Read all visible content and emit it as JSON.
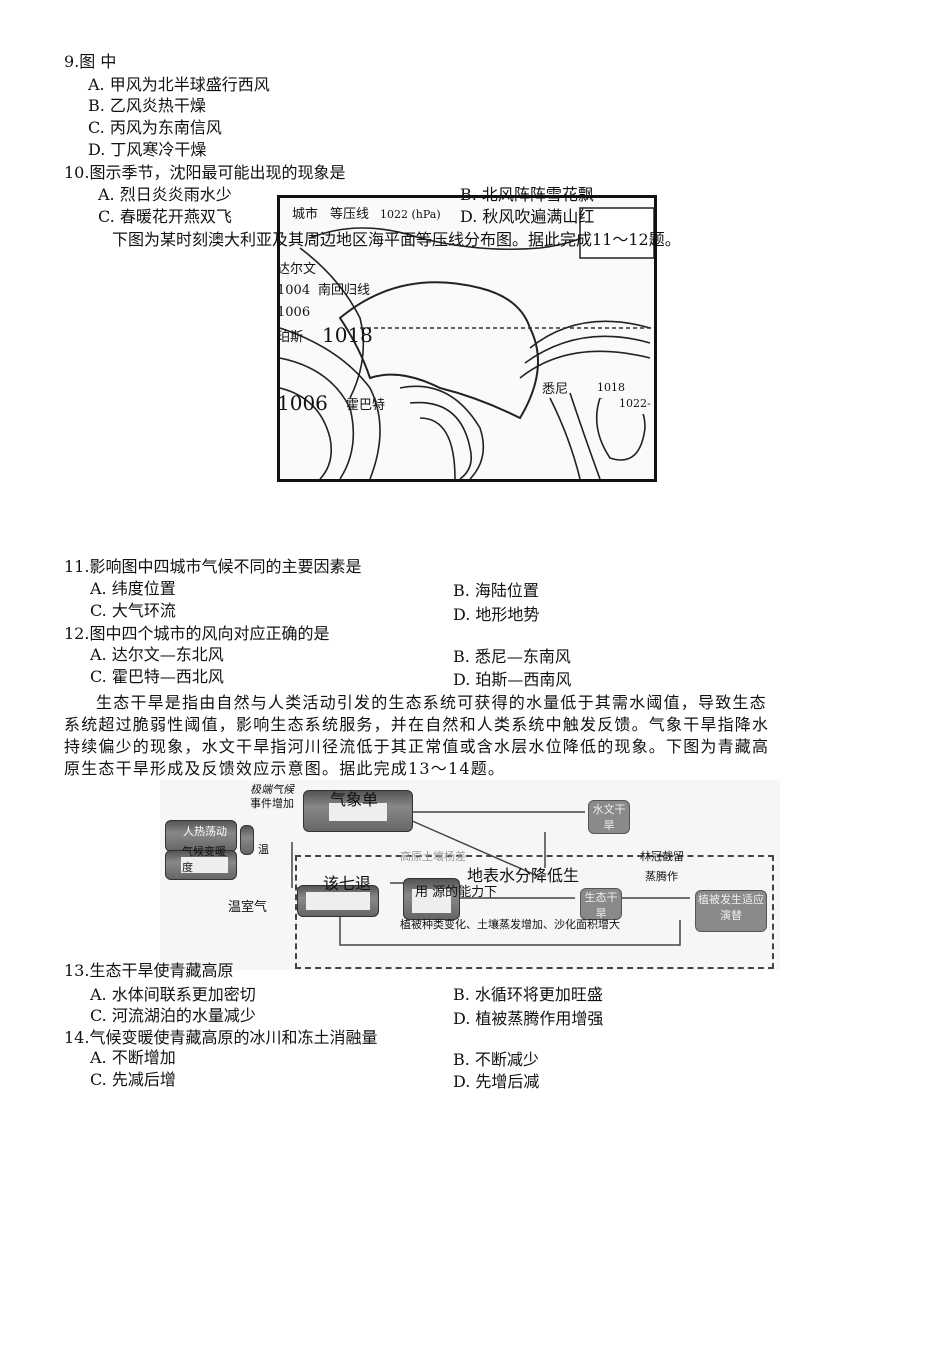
{
  "q9": {
    "stem": "9.图 中",
    "options": [
      "A. 甲风为北半球盛行西风",
      "B. 乙风炎热干燥",
      "C. 丙风为东南信风",
      "D.  丁风寒冷干燥"
    ]
  },
  "q10": {
    "stem": "10.图示季节，沈阳最可能出现的现象是",
    "options": [
      "A. 烈日炎炎雨水少",
      "B. 北风阵阵雪花飘",
      "C. 春暖花开燕双飞",
      "D. 秋风吹遍满山红"
    ]
  },
  "intro1": "下图为某时刻澳大利亚及其周边地区海平面等压线分布图。据此完成11～12题。",
  "map": {
    "labels": {
      "city": "城市",
      "isobar": "等压线",
      "unit": "1022 (hPa)",
      "darwin": "达尔文",
      "p1004": "1004",
      "tropic": "南回归线",
      "p1006a": "1006",
      "perth": "珀斯",
      "p1018a": "1018",
      "p1006b": "1006",
      "hobart": "霍巴特",
      "sydney": "悉尼",
      "p1018b": "1018",
      "p1022": "1022-"
    }
  },
  "q11": {
    "stem": "11.影响图中四城市气候不同的主要因素是",
    "options": [
      "A. 纬度位置",
      "B. 海陆位置",
      "C. 大气环流",
      "D. 地形地势"
    ]
  },
  "q12": {
    "stem": "12.图中四个城市的风向对应正确的是",
    "options": [
      "A. 达尔文—东北风",
      "B. 悉尼—东南风",
      "C. 霍巴特—西北风",
      "D. 珀斯—西南风"
    ]
  },
  "intro2": [
    "生态干旱是指由自然与人类活动引发的生态系统可获得的水量低于其需水阈值，导致生态",
    "系统超过脆弱性阈值，影响生态系统服务，并在自然和人类系统中触发反馈。气象干旱指降水",
    "持续偏少的现象，水文干旱指河川径流低于其正常值或含水层水位降低的现象。下图为青藏高",
    "原生态干旱形成及反馈效应示意图。据此完成13～14题。"
  ],
  "diagram": {
    "labels": {
      "extreme": "极端气候",
      "extreme2": "事件增加",
      "meteo": "气象单",
      "hydro": "水文干旱",
      "human": "人热荡动",
      "warm": "气候变暖",
      "degree": "度",
      "temp": "温",
      "greenhouse": "温室气",
      "degrade": "该七退",
      "soil": "高原土壤杨差",
      "water_use": "用 源的能力下",
      "surface": "地表水分降低生",
      "canopy": "林冠截留",
      "evap": "蒸腾作",
      "eco": "生态干旱",
      "veg_change": "植被种类变化、土壤蒸发增加、沙化面积增大",
      "veg": "植被发生适应演替"
    }
  },
  "q13": {
    "stem": "13.生态干旱使青藏高原",
    "options": [
      "A. 水体间联系更加密切",
      "B. 水循环将更加旺盛",
      "C. 河流湖泊的水量减少",
      "D. 植被蒸腾作用增强"
    ]
  },
  "q14": {
    "stem": "14.气候变暖使青藏高原的冰川和冻土消融量",
    "options": [
      "A. 不断增加",
      "B. 不断减少",
      "C. 先减后增",
      "D. 先增后减"
    ]
  }
}
